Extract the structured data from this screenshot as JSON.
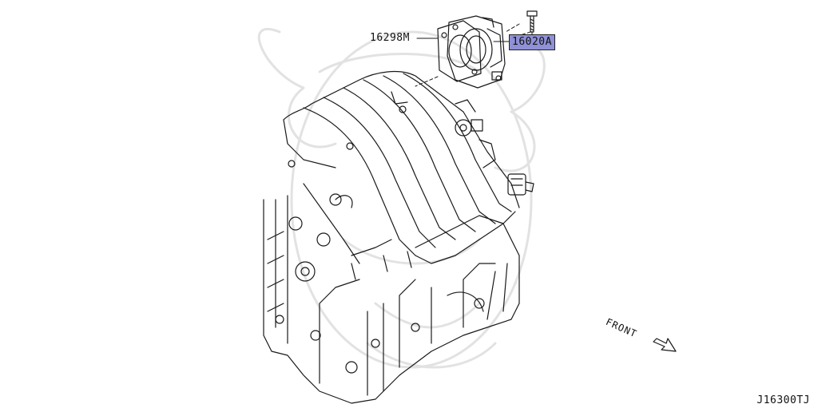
{
  "callouts": {
    "throttle_gasket": "16298M",
    "throttle_chamber": "16020A"
  },
  "direction_label": "FRONT",
  "diagram_code": "J16300TJ",
  "colors": {
    "line": "#1a1a1a",
    "highlight": "#8f90d6",
    "watermark": "#e2e2e2"
  }
}
